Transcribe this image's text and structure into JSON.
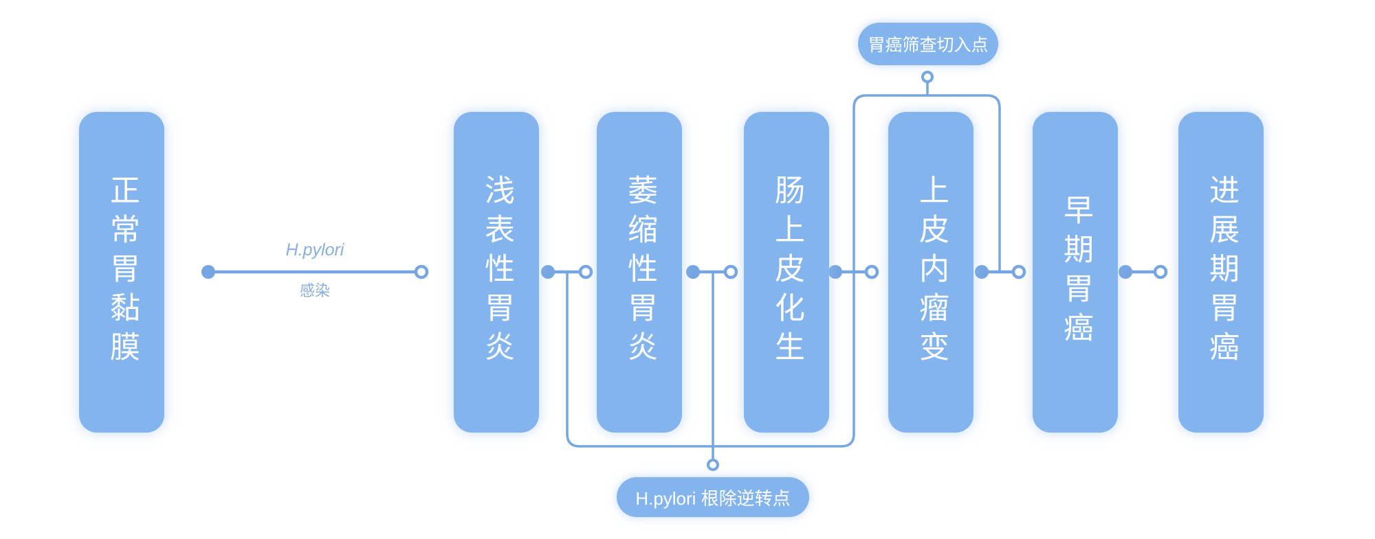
{
  "diagram": {
    "stages": [
      {
        "label": "正常胃黏膜"
      },
      {
        "label": "浅表性胃炎"
      },
      {
        "label": "萎缩性胃炎"
      },
      {
        "label": "肠上皮化生"
      },
      {
        "label": "上皮内瘤变"
      },
      {
        "label": "早期胃癌"
      },
      {
        "label": "进展期胃癌"
      }
    ],
    "transition_label": {
      "line1": "H.pylori",
      "line2": "感染"
    },
    "annotations": {
      "screening_entry": "胃癌筛查切入点",
      "eradication_reversal": "H.pylori 根除逆转点"
    }
  },
  "colors": {
    "background": "#FFFFFF",
    "box_fill": "#83B4EE",
    "badge_fill": "#83B4EE",
    "line": "#76A6E2",
    "box_text": "#FFFFFF",
    "label_text": "#8AAEDD"
  }
}
